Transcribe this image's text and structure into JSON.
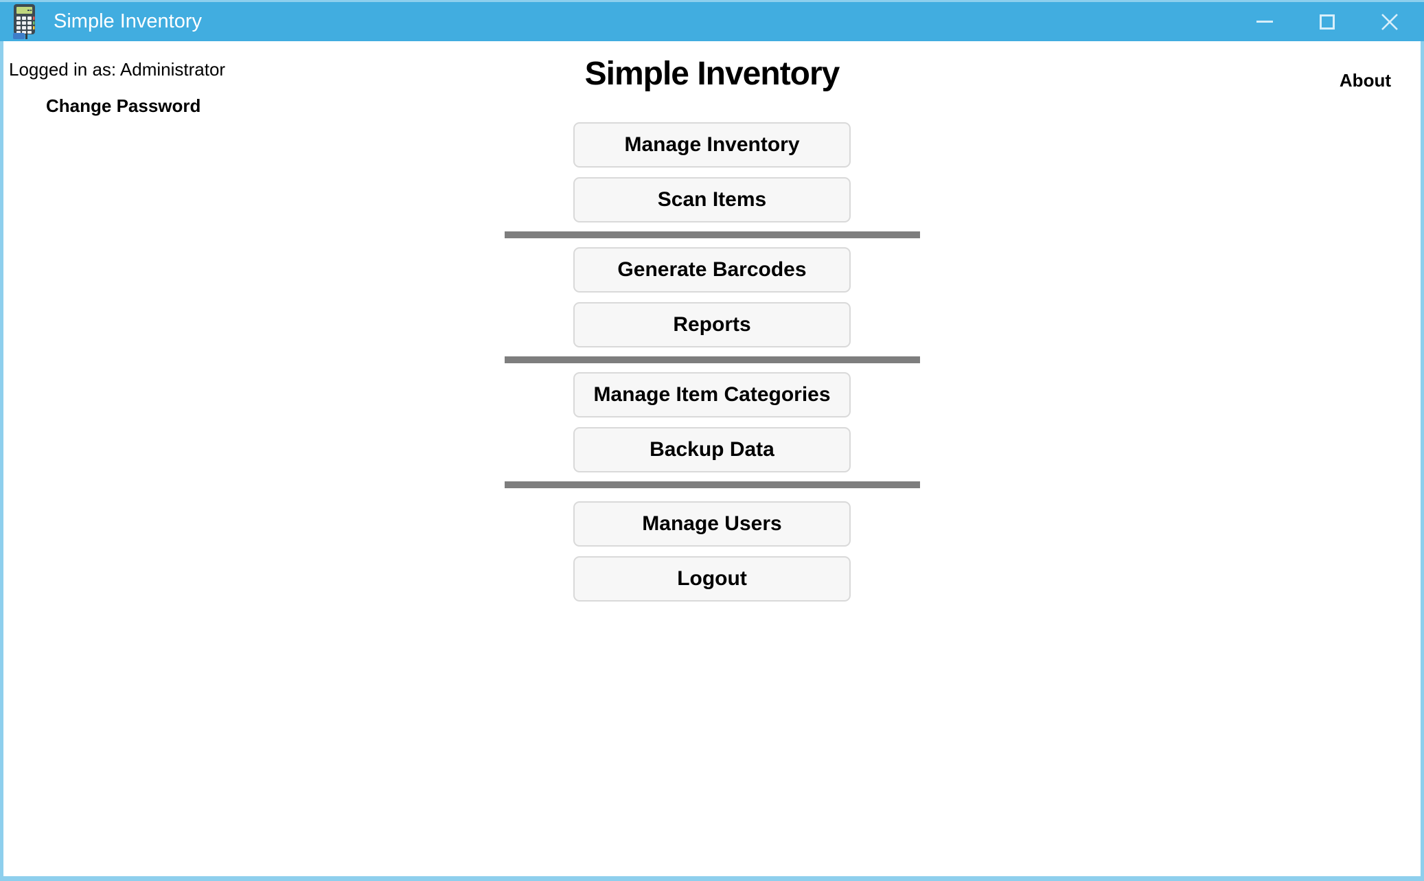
{
  "window": {
    "title": "Simple Inventory"
  },
  "header": {
    "logged_in_as": "Logged in as: Administrator",
    "change_password": "Change Password",
    "title": "Simple Inventory",
    "about": "About"
  },
  "menu": {
    "buttons": [
      {
        "label": "Manage Inventory"
      },
      {
        "label": "Scan Items"
      },
      {
        "label": "Generate Barcodes"
      },
      {
        "label": "Reports"
      },
      {
        "label": "Manage Item Categories"
      },
      {
        "label": "Backup Data"
      },
      {
        "label": "Manage Users"
      },
      {
        "label": "Logout"
      }
    ]
  },
  "icons": {
    "app": "pos-terminal-icon",
    "minimize": "minimize-icon",
    "maximize": "maximize-icon",
    "close": "close-icon"
  },
  "colors": {
    "accent": "#41ADE0",
    "window_border": "#8ECFED",
    "separator": "#7E7E7E",
    "button_bg": "#F7F7F7",
    "button_border": "#D9D9D9",
    "titlebar_text": "#FFFFFF",
    "text": "#000000"
  }
}
